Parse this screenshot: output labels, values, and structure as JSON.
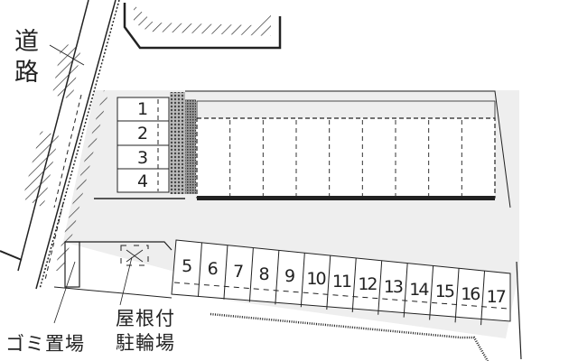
{
  "map": {
    "road_label": [
      "道",
      "路"
    ],
    "garbage_label": "ゴミ置場",
    "bike_parking_label": [
      "屋根付",
      "駐輪場"
    ],
    "parking_spaces_left": [
      "1",
      "2",
      "3",
      "4"
    ],
    "parking_spaces_bottom": [
      "5",
      "6",
      "7",
      "8",
      "9",
      "10",
      "11",
      "12",
      "13",
      "14",
      "15",
      "16",
      "17"
    ],
    "building_units": 9,
    "colors": {
      "line": "#222222",
      "lot": "#eeeeee",
      "background": "#ffffff"
    }
  }
}
